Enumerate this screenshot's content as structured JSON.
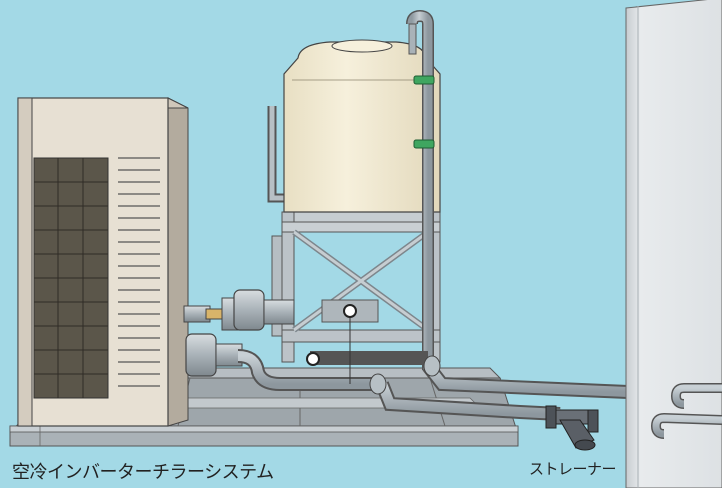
{
  "caption": {
    "system_title": "空冷インバーターチラーシステム",
    "strainer_label": "ストレーナー"
  },
  "colors": {
    "background": "#a3d9e6",
    "tank": "#f3ecd3",
    "pipe": "#a9b4bb",
    "chiller_panel": "#e6ded2",
    "coil_grid": "#595448",
    "base_frame": "#b5bcc1",
    "wall": "#dfe3e6",
    "band": "#3fa660",
    "strainer": "#5a5f66"
  },
  "icons": [
    "air-cooled-chiller-unit",
    "water-tank",
    "tank-stand-frame",
    "circulation-pumps",
    "piping",
    "y-strainer",
    "building-wall"
  ]
}
